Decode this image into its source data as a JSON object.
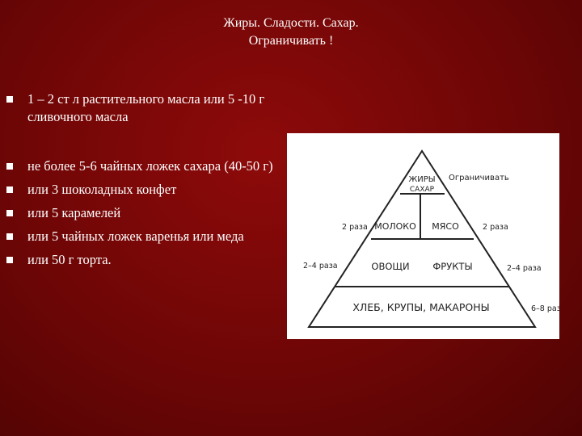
{
  "slide": {
    "title_line1": "Жиры. Сладости. Сахар.",
    "title_line2": "Ограничивать !",
    "group1": [
      "1 – 2 ст л растительного масла или 5 -10 г сливочного масла"
    ],
    "group2": [
      "не более 5-6 чайных ложек сахара (40-50 г)",
      "или 3 шоколадных конфет",
      "или 5 карамелей",
      "или 5 чайных ложек варенья или меда",
      "или 50 г торта."
    ]
  },
  "pyramid": {
    "top_line1": "ЖИРЫ",
    "top_line2": "САХАР",
    "top_note": "Ограничивать",
    "milk": "МОЛОКО",
    "meat": "МЯСО",
    "tier2_left": "2 раза",
    "tier2_right": "2 раза",
    "veg": "ОВОЩИ",
    "fruit": "ФРУКТЫ",
    "tier3_left": "2–4 раза",
    "tier3_right": "2–4 раза",
    "base": "ХЛЕБ, КРУПЫ, МАКАРОНЫ",
    "tier4_right": "6–8 раз"
  },
  "colors": {
    "background": "#6e0606",
    "text": "#ffffff",
    "diagram_bg": "#ffffff",
    "diagram_ink": "#222222"
  }
}
